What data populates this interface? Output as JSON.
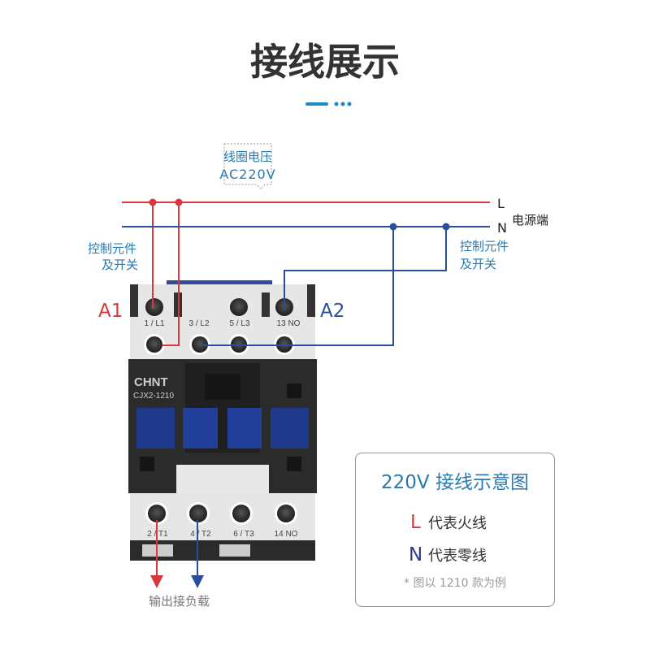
{
  "title": "接线展示",
  "callout": {
    "line1": "线圈电压",
    "line2": "AC220V"
  },
  "power": {
    "l_label": "L",
    "n_label": "N",
    "source_label": "电源端"
  },
  "control_left": {
    "line1": "控制元件",
    "line2": "及开关"
  },
  "control_right": {
    "line1": "控制元件",
    "line2": "及开关"
  },
  "coil": {
    "a1": "A1",
    "a2": "A2"
  },
  "contactor": {
    "brand": "CHNT",
    "model": "CJX2-1210",
    "top_terminals": [
      "1 / L1",
      "3 / L2",
      "5 / L3",
      "13 NO"
    ],
    "bottom_terminals": [
      "2 / T1",
      "4 / T2",
      "6 / T3",
      "14 NO"
    ]
  },
  "output_label": "输出接负载",
  "legend": {
    "title": "220V 接线示意图",
    "l_letter": "L",
    "l_text": "代表火线",
    "n_letter": "N",
    "n_text": "代表零线",
    "note": "* 图以 1210 款为例"
  },
  "colors": {
    "live": "#d9363e",
    "neutral": "#2b4e9b",
    "accent": "#2a7ab0"
  }
}
